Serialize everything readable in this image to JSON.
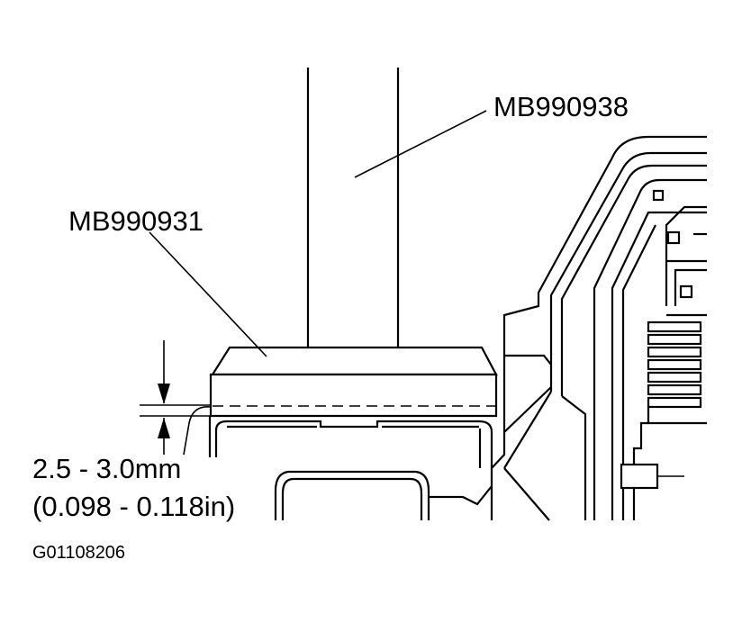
{
  "diagram": {
    "labels": {
      "tool_upper": "MB990938",
      "tool_lower": "MB990931",
      "measurement_mm": "2.5 - 3.0mm",
      "measurement_in": "(0.098 - 0.118in)",
      "figure_id": "G01108206"
    }
  }
}
